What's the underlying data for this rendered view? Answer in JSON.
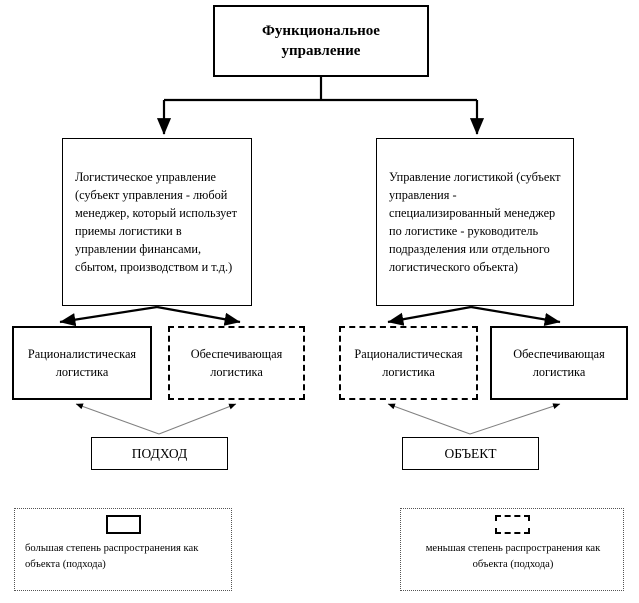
{
  "diagram": {
    "title": "Функциональное управление",
    "root": {
      "label": "Функциональное\nуправление"
    },
    "branches": [
      {
        "id": "logistic-management",
        "label": "Логистическое управление (субъект управления - любой менеджер, который использует приемы логистики в управлении финансами, сбытом, производством и т.д.)",
        "children": [
          {
            "id": "rationalistic-logistics-left",
            "label": "Рационалистическая\nлогистика",
            "border": "solid"
          },
          {
            "id": "supporting-logistics-left",
            "label": "Обеспечивающая\nлогистика",
            "border": "dashed"
          }
        ],
        "term": "ПОДХОД"
      },
      {
        "id": "logistics-management",
        "label": "Управление логистикой (субъект управления - специализированный менеджер по логистике - руководитель подразделения или отдельного логистического объекта)",
        "children": [
          {
            "id": "rationalistic-logistics-right",
            "label": "Рационалистическая\nлогистика",
            "border": "dashed"
          },
          {
            "id": "supporting-logistics-right",
            "label": "Обеспечивающая\nлогистика",
            "border": "solid"
          }
        ],
        "term": "ОБЪЕКТ"
      }
    ],
    "legend": [
      {
        "id": "legend-high",
        "swatch": "solid-rectangle-icon",
        "text": "большая степень распространения как объекта (подхода)"
      },
      {
        "id": "legend-low",
        "swatch": "dashed-rectangle-icon",
        "text": "меньшая степень распространения как объекта (подхода)"
      }
    ],
    "colors": {
      "stroke": "#000000",
      "thin_connector": "#808080",
      "legend_border": "#555555",
      "background": "#ffffff"
    }
  }
}
